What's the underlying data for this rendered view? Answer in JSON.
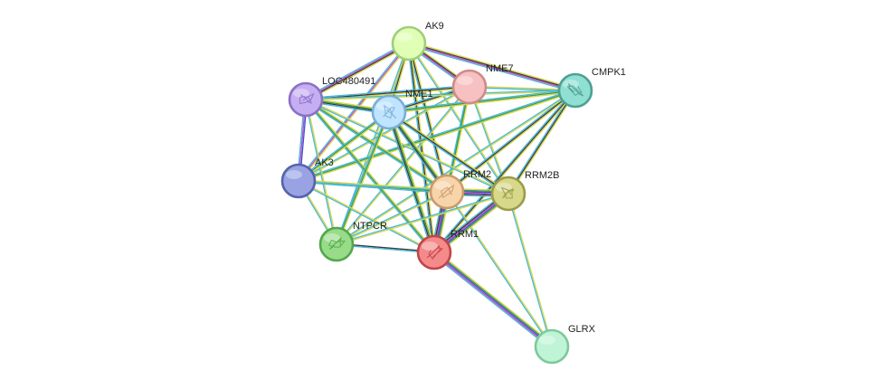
{
  "network": {
    "nodes": [
      {
        "id": "AK9",
        "label": "AK9",
        "fill": "#e0ffb5",
        "stroke": "#9fcf7a",
        "structure": false
      },
      {
        "id": "NME7",
        "label": "NME7",
        "fill": "#f7c1c1",
        "stroke": "#cf8a8a",
        "structure": false
      },
      {
        "id": "CMPK1",
        "label": "CMPK1",
        "fill": "#8fe0d3",
        "stroke": "#4f9f94",
        "structure": true
      },
      {
        "id": "LOC480491",
        "label": "LOC480491",
        "fill": "#c6aef2",
        "stroke": "#8c70c6",
        "structure": true
      },
      {
        "id": "NME1",
        "label": "NME1",
        "fill": "#bfe4ff",
        "stroke": "#7aaed6",
        "structure": true
      },
      {
        "id": "AK3",
        "label": "AK3",
        "fill": "#99a3e3",
        "stroke": "#5562ad",
        "structure": false
      },
      {
        "id": "RRM2",
        "label": "RRM2",
        "fill": "#f8d4aa",
        "stroke": "#c99a6c",
        "structure": true
      },
      {
        "id": "RRM2B",
        "label": "RRM2B",
        "fill": "#d8d88a",
        "stroke": "#9b9b4a",
        "structure": true
      },
      {
        "id": "NTPCR",
        "label": "NTPCR",
        "fill": "#98dc8a",
        "stroke": "#52a84a",
        "structure": true
      },
      {
        "id": "RRM1",
        "label": "RRM1",
        "fill": "#f58a8a",
        "stroke": "#c0454a",
        "structure": true
      },
      {
        "id": "GLRX",
        "label": "GLRX",
        "fill": "#bff5d6",
        "stroke": "#7ec99c",
        "structure": false
      }
    ],
    "edges": [
      {
        "source": "AK9",
        "target": "NME7",
        "colors": [
          "#d9d94a",
          "#3a3a3a",
          "#c04bc0",
          "#49b8d8"
        ]
      },
      {
        "source": "AK9",
        "target": "CMPK1",
        "colors": [
          "#d9d94a",
          "#3a3a3a",
          "#c04bc0",
          "#49b8d8"
        ]
      },
      {
        "source": "AK9",
        "target": "LOC480491",
        "colors": [
          "#d9d94a",
          "#3a3a3a",
          "#c04bc0",
          "#49b8d8"
        ]
      },
      {
        "source": "AK9",
        "target": "NME1",
        "colors": [
          "#d9d94a",
          "#3a3a3a",
          "#49b8d8"
        ]
      },
      {
        "source": "AK9",
        "target": "AK3",
        "colors": [
          "#d9d94a",
          "#c04bc0",
          "#49b8d8"
        ]
      },
      {
        "source": "AK9",
        "target": "RRM2",
        "colors": [
          "#d9d94a",
          "#3a3a3a",
          "#49b8d8"
        ]
      },
      {
        "source": "AK9",
        "target": "RRM1",
        "colors": [
          "#d9d94a",
          "#3a3a3a",
          "#49b8d8"
        ]
      },
      {
        "source": "AK9",
        "target": "NTPCR",
        "colors": [
          "#d9d94a",
          "#49b8d8"
        ]
      },
      {
        "source": "AK9",
        "target": "RRM2B",
        "colors": [
          "#d9d94a",
          "#49b8d8"
        ]
      },
      {
        "source": "NME7",
        "target": "CMPK1",
        "colors": [
          "#d9d94a",
          "#49b8d8"
        ]
      },
      {
        "source": "NME7",
        "target": "LOC480491",
        "colors": [
          "#d9d94a",
          "#3a3a3a",
          "#49b8d8"
        ]
      },
      {
        "source": "NME7",
        "target": "NME1",
        "colors": [
          "#d9d94a",
          "#3a3a3a",
          "#49b8d8"
        ]
      },
      {
        "source": "NME7",
        "target": "AK3",
        "colors": [
          "#d9d94a",
          "#49b8d8"
        ]
      },
      {
        "source": "NME7",
        "target": "RRM2",
        "colors": [
          "#d9d94a",
          "#49b8d8"
        ]
      },
      {
        "source": "NME7",
        "target": "RRM2B",
        "colors": [
          "#d9d94a",
          "#49b8d8"
        ]
      },
      {
        "source": "NME7",
        "target": "RRM1",
        "colors": [
          "#d9d94a",
          "#3a9a4a",
          "#49b8d8"
        ]
      },
      {
        "source": "NME7",
        "target": "NTPCR",
        "colors": [
          "#d9d94a",
          "#49b8d8"
        ]
      },
      {
        "source": "CMPK1",
        "target": "LOC480491",
        "colors": [
          "#d9d94a",
          "#49b8d8"
        ]
      },
      {
        "source": "CMPK1",
        "target": "NME1",
        "colors": [
          "#d9d94a",
          "#3a9a4a",
          "#49b8d8"
        ]
      },
      {
        "source": "CMPK1",
        "target": "AK3",
        "colors": [
          "#d9d94a",
          "#3a9a4a",
          "#49b8d8"
        ]
      },
      {
        "source": "CMPK1",
        "target": "RRM2",
        "colors": [
          "#d9d94a",
          "#3a3a3a",
          "#49b8d8"
        ]
      },
      {
        "source": "CMPK1",
        "target": "RRM2B",
        "colors": [
          "#d9d94a",
          "#3a3a3a",
          "#49b8d8"
        ]
      },
      {
        "source": "CMPK1",
        "target": "RRM1",
        "colors": [
          "#d9d94a",
          "#3a3a3a",
          "#49b8d8"
        ]
      },
      {
        "source": "CMPK1",
        "target": "NTPCR",
        "colors": [
          "#d9d94a",
          "#49b8d8"
        ]
      },
      {
        "source": "LOC480491",
        "target": "NME1",
        "colors": [
          "#d9d94a",
          "#3a9a4a",
          "#3a3a3a",
          "#49b8d8"
        ]
      },
      {
        "source": "LOC480491",
        "target": "AK3",
        "colors": [
          "#3f4fd6",
          "#c04bc0",
          "#49b8d8"
        ]
      },
      {
        "source": "LOC480491",
        "target": "RRM2",
        "colors": [
          "#d9d94a",
          "#3a9a4a",
          "#49b8d8"
        ]
      },
      {
        "source": "LOC480491",
        "target": "RRM1",
        "colors": [
          "#d9d94a",
          "#3a9a4a",
          "#49b8d8"
        ]
      },
      {
        "source": "LOC480491",
        "target": "NTPCR",
        "colors": [
          "#d9d94a",
          "#49b8d8"
        ]
      },
      {
        "source": "LOC480491",
        "target": "RRM2B",
        "colors": [
          "#d9d94a",
          "#49b8d8"
        ]
      },
      {
        "source": "NME1",
        "target": "AK3",
        "colors": [
          "#d9d94a",
          "#3a9a4a",
          "#49b8d8"
        ]
      },
      {
        "source": "NME1",
        "target": "RRM2",
        "colors": [
          "#d9d94a",
          "#3a9a4a",
          "#3a3a3a",
          "#49b8d8"
        ]
      },
      {
        "source": "NME1",
        "target": "RRM2B",
        "colors": [
          "#d9d94a",
          "#3a3a3a",
          "#49b8d8"
        ]
      },
      {
        "source": "NME1",
        "target": "RRM1",
        "colors": [
          "#d9d94a",
          "#3a9a4a",
          "#3a3a3a",
          "#49b8d8"
        ]
      },
      {
        "source": "NME1",
        "target": "NTPCR",
        "colors": [
          "#d9d94a",
          "#3a9a4a",
          "#49b8d8"
        ]
      },
      {
        "source": "AK3",
        "target": "RRM2",
        "colors": [
          "#d9d94a",
          "#3a9a4a",
          "#49b8d8"
        ]
      },
      {
        "source": "AK3",
        "target": "RRM2B",
        "colors": [
          "#d9d94a",
          "#49b8d8"
        ]
      },
      {
        "source": "AK3",
        "target": "RRM1",
        "colors": [
          "#d9d94a",
          "#49b8d8"
        ]
      },
      {
        "source": "AK3",
        "target": "NTPCR",
        "colors": [
          "#d9d94a",
          "#49b8d8"
        ]
      },
      {
        "source": "RRM2",
        "target": "RRM2B",
        "colors": [
          "#d9d94a",
          "#3a9a4a",
          "#3f4fd6",
          "#c04bc0",
          "#3a3a3a",
          "#49b8d8"
        ]
      },
      {
        "source": "RRM2",
        "target": "RRM1",
        "colors": [
          "#d9d94a",
          "#3a9a4a",
          "#3f4fd6",
          "#c04bc0",
          "#3a3a3a",
          "#49b8d8"
        ]
      },
      {
        "source": "RRM2",
        "target": "NTPCR",
        "colors": [
          "#d9d94a",
          "#49b8d8"
        ]
      },
      {
        "source": "RRM2",
        "target": "GLRX",
        "colors": [
          "#d9d94a",
          "#49b8d8"
        ]
      },
      {
        "source": "RRM2B",
        "target": "RRM1",
        "colors": [
          "#d9d94a",
          "#3a9a4a",
          "#3f4fd6",
          "#c04bc0",
          "#3a3a3a",
          "#49b8d8"
        ]
      },
      {
        "source": "RRM2B",
        "target": "NTPCR",
        "colors": [
          "#d9d94a",
          "#49b8d8"
        ]
      },
      {
        "source": "RRM2B",
        "target": "GLRX",
        "colors": [
          "#d9d94a",
          "#49b8d8"
        ]
      },
      {
        "source": "NTPCR",
        "target": "RRM1",
        "colors": [
          "#3a3a3a",
          "#49b8d8"
        ]
      },
      {
        "source": "RRM1",
        "target": "GLRX",
        "colors": [
          "#d9d94a",
          "#3a9a4a",
          "#3f4fd6",
          "#c04bc0",
          "#49b8d8"
        ]
      }
    ]
  }
}
